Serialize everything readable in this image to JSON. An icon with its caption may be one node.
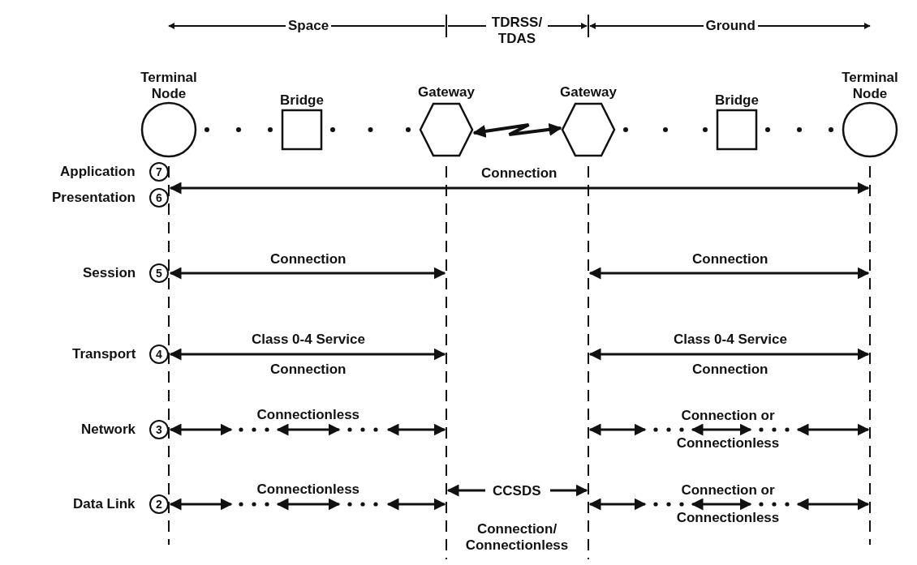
{
  "diagram": {
    "nodes": [
      {
        "text": [
          "Terminal Node"
        ]
      },
      {
        "text": [
          "Bridge"
        ]
      },
      {
        "text": [
          "Gateway"
        ]
      },
      {
        "text": [
          "Gateway"
        ]
      },
      {
        "text": [
          "Bridge"
        ]
      },
      {
        "text": [
          "Terminal Node"
        ]
      }
    ],
    "edges": [
      {
        "from": 0,
        "to": 1,
        "arrow": "none",
        "style": "dashed"
      },
      {
        "from": 1,
        "to": 2,
        "arrow": "none",
        "style": "dashed"
      },
      {
        "from": 2,
        "to": 3,
        "arrow": "both"
      },
      {
        "from": 3,
        "to": 4,
        "arrow": "none",
        "style": "dashed"
      },
      {
        "from": 4,
        "to": 5,
        "arrow": "none",
        "style": "dashed"
      }
    ],
    "labels": [
      "Space",
      "TDRSS/ TDAS",
      "Ground",
      "Application",
      "7",
      "Connection",
      "Presentation",
      "6",
      "Session",
      "5",
      "Connection",
      "Connection",
      "Transport",
      "4",
      "Class 0-4 Service",
      "Connection",
      "Class 0-4 Service",
      "Connection",
      "Network",
      "3",
      "Connectionless",
      "Connection or Connectionless",
      "Data Link",
      "2",
      "Connectionless",
      "CCSDS",
      "Connection/ Connectionless",
      "Connection or Connectionless"
    ]
  }
}
